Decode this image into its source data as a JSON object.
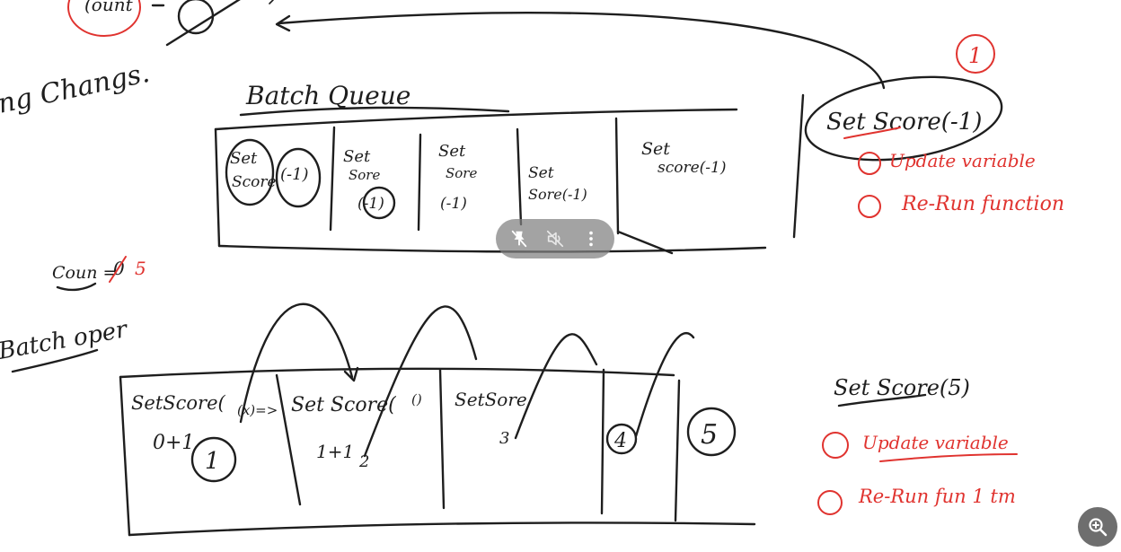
{
  "whiteboard": {
    "top_strip": {
      "partial_word": "(ount",
      "arrow_digit": "0"
    },
    "side_label": "ng Changs.",
    "batch_queue": {
      "title": "Batch Queue",
      "cells": [
        {
          "line1": "Set",
          "line2": "Score",
          "arg": "(-1)"
        },
        {
          "line1": "Set",
          "line2": "Sore",
          "arg": "(-1)"
        },
        {
          "line1": "Set",
          "line2": "Sore",
          "arg": "(-1)"
        },
        {
          "line1": "Set",
          "line2": "Sore(-1)",
          "arg": ""
        },
        {
          "line1": "Set",
          "line2": "score(-1)",
          "arg": ""
        }
      ]
    },
    "count_note": {
      "label": "Coun =",
      "old": "0",
      "new": "5"
    },
    "batch_ops": {
      "title": "Batch oper",
      "cells": [
        {
          "call": "SetScore(",
          "arrow": "(x)=>",
          "work": "0+1",
          "result": "1"
        },
        {
          "call": "Set Score(",
          "arrow": "()",
          "work": "1+1",
          "result": "2"
        },
        {
          "call": "SetSore",
          "arrow": "",
          "work": "",
          "result": "3"
        },
        {
          "call": "",
          "arrow": "",
          "work": "",
          "result": "4"
        },
        {
          "call": "",
          "arrow": "",
          "work": "",
          "result": "5"
        }
      ]
    },
    "top_right_note": {
      "badge": "1",
      "call": "Set Score(-1)",
      "steps": [
        "Update variable",
        "Re-Run function"
      ]
    },
    "bottom_right_note": {
      "call": "Set Score(5)",
      "steps": [
        "Update variable",
        "Re-Run fun 1 tm"
      ]
    }
  },
  "player_controls": {
    "icons": [
      "pin-off-icon",
      "volume-off-icon",
      "more-vertical-icon"
    ]
  },
  "zoom_button": {
    "icon": "zoom-in-icon"
  },
  "colors": {
    "ink": "#1e1e1e",
    "red_ink": "#e0332f",
    "background": "#ffffff",
    "overlay": "#808080"
  }
}
